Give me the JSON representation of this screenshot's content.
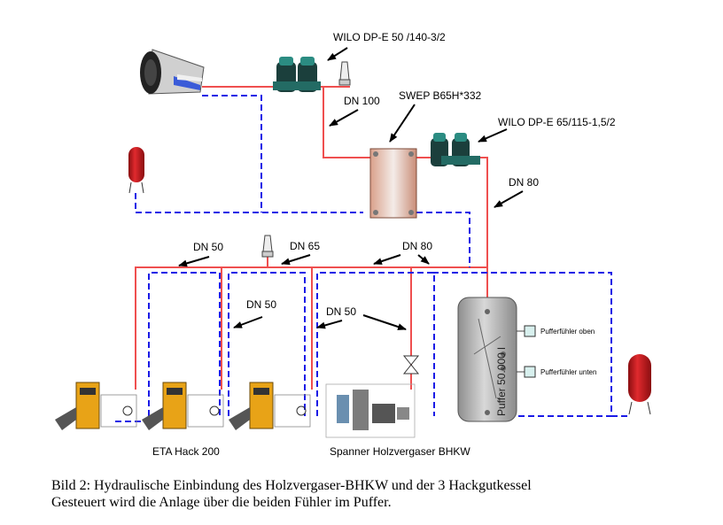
{
  "labels": {
    "pump_top": "WILO DP-E 50 /140-3/2",
    "heat_exchanger": "SWEP  B65H*332",
    "pump_right": "WILO DP-E 65/115-1,5/2",
    "dn100": "DN 100",
    "dn80_right": "DN 80",
    "dn50_a": "DN 50",
    "dn65": "DN 65",
    "dn80_mid": "DN 80",
    "dn50_b": "DN 50",
    "dn50_c": "DN 50",
    "boilers": "ETA Hack 200",
    "chp": "Spanner Holzvergaser BHKW",
    "tank": "Puffer 50.000 l",
    "sensor_top": "Pufferfühler oben",
    "sensor_bottom": "Pufferfühler unten"
  },
  "caption": {
    "line1": "Bild 2: Hydraulische Einbindung des Holzvergaser-BHKW und der 3 Hackgutkessel",
    "line2": "Gesteuert wird die Anlage über die beiden Fühler im Puffer."
  },
  "colors": {
    "supply_pipe": "#ef4f4f",
    "return_pipe": "#1a1ae6",
    "vessel": "#c8151c",
    "boiler": "#e8a317",
    "pump": "#1e7a73"
  }
}
